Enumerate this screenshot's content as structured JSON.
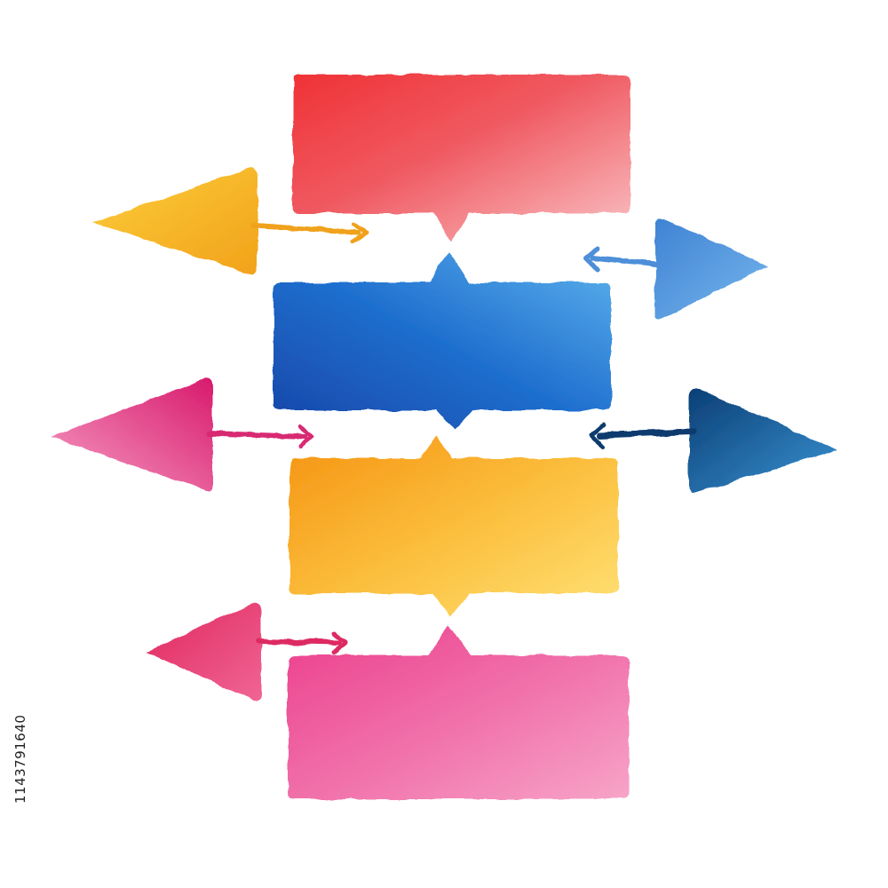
{
  "illustration": {
    "style": "watercolor",
    "colors": {
      "red": "#ef3f43",
      "red_light": "#f7a6aa",
      "blue": "#1c64c4",
      "blue_light": "#4fa8e6",
      "orange": "#f6a01c",
      "yellow": "#ffd65a",
      "pink": "#ee4f98",
      "pink_light": "#f7a4c8",
      "magenta": "#e0287a",
      "crimson": "#e2316a",
      "sky": "#4d94dc",
      "navy": "#0e4d86",
      "navy_light": "#2f86c8",
      "gold": "#f3b21f"
    },
    "callouts": [
      {
        "color": "red",
        "pointer": "bottom"
      },
      {
        "color": "blue",
        "pointer": "top-and-bottom"
      },
      {
        "color": "orange",
        "pointer": "top-and-bottom"
      },
      {
        "color": "pink",
        "pointer": "top"
      }
    ],
    "arrows": [
      {
        "color": "gold",
        "head": "left"
      },
      {
        "color": "sky",
        "head": "right"
      },
      {
        "color": "magenta",
        "head": "left"
      },
      {
        "color": "navy",
        "head": "right"
      },
      {
        "color": "crimson",
        "head": "left"
      }
    ]
  },
  "stock": {
    "id_text": "1143791640"
  }
}
